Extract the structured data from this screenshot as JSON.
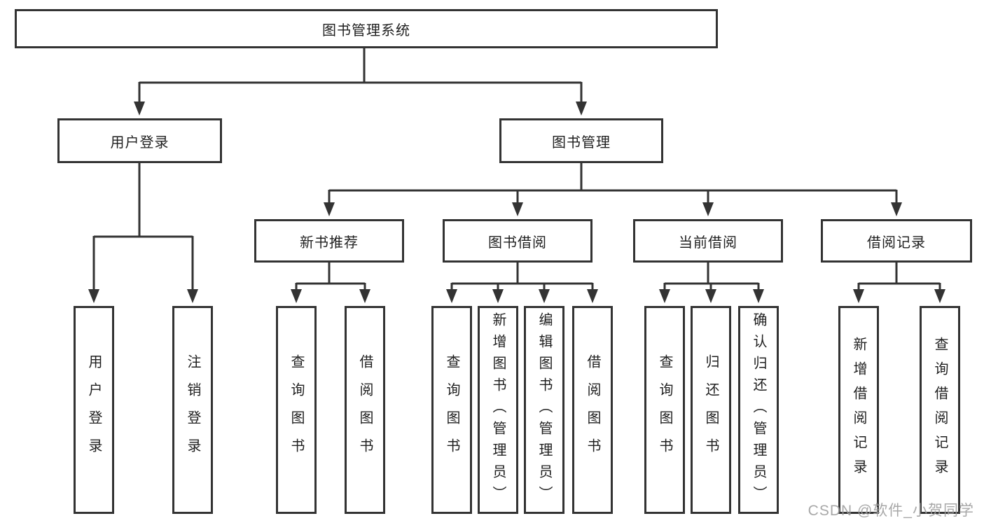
{
  "diagram": {
    "root": "图书管理系统",
    "user_group": {
      "label": "用户登录",
      "children": {
        "login": "用户登录",
        "logout": "注销登录"
      }
    },
    "book_group": {
      "label": "图书管理",
      "sections": {
        "recommend": {
          "label": "新书推荐",
          "children": {
            "query": "查询图书",
            "borrow": "借阅图书"
          }
        },
        "borrow": {
          "label": "图书借阅",
          "children": {
            "query": "查询图书",
            "add": "新增图书（管理员）",
            "edit": "编辑图书（管理员）",
            "borrow": "借阅图书"
          }
        },
        "current": {
          "label": "当前借阅",
          "children": {
            "query": "查询图书",
            "return": "归还图书",
            "confirm": "确认归还（管理员）"
          }
        },
        "records": {
          "label": "借阅记录",
          "children": {
            "add": "新增借阅记录",
            "query": "查询借阅记录"
          }
        }
      }
    }
  },
  "watermark": "CSDN @软件_小贺同学",
  "colors": {
    "line": "#333333",
    "box_border": "#333333",
    "text": "#1f1f1f",
    "watermark": "#9e9e9e",
    "background": "#ffffff"
  }
}
